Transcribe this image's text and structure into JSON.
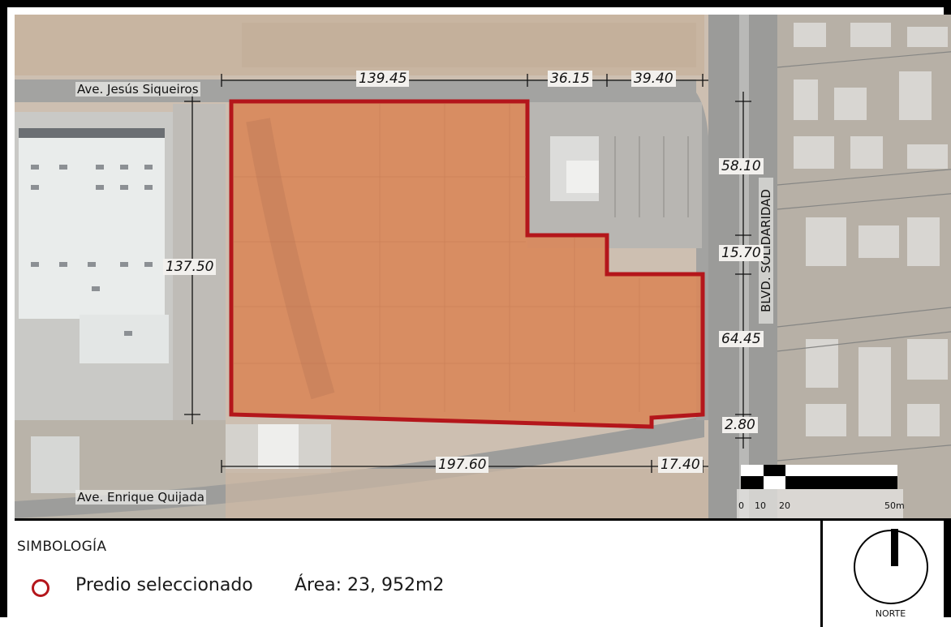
{
  "map": {
    "streets": {
      "north": "Ave. Jesús Siqueiros",
      "south": "Ave. Enrique Quijada",
      "east": "BLVD. SOLIDARIDAD"
    },
    "dimensions": {
      "top_1": "139.45",
      "top_2": "36.15",
      "top_3": "39.40",
      "left": "137.50",
      "right_1": "58.10",
      "right_2": "15.70",
      "right_3": "64.45",
      "right_4": "2.80",
      "bottom_1": "197.60",
      "bottom_2": "17.40"
    },
    "scale_bar": {
      "labels": [
        "0",
        "10",
        "20",
        "50m"
      ]
    },
    "parcel_color": "#b4161b",
    "parcel_fill": "#d9875a"
  },
  "legend": {
    "title": "SIMBOLOGÍA",
    "item_label": "Predio seleccionado",
    "area_text": "Área: 23, 952m2"
  },
  "north_arrow": {
    "label": "NORTE"
  }
}
